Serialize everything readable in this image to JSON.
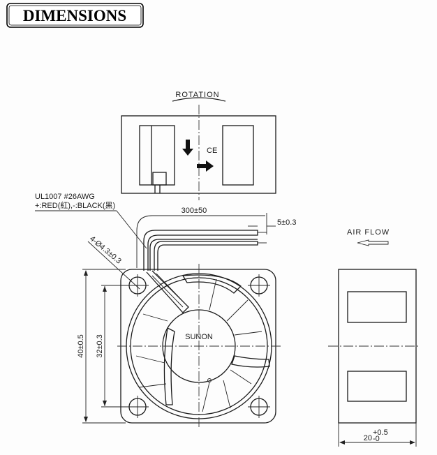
{
  "title": "DIMENSIONS",
  "rotation_label": "ROTATION",
  "ce_mark": "CE",
  "wire_spec": {
    "line1": "UL1007  #26AWG",
    "line2": "+:RED(紅),-:BLACK(黑)"
  },
  "dimensions": {
    "lead_length": "300±50",
    "strip_length": "5±0.3",
    "hole_spec": "4-Ø4.3±0.3",
    "frame_size": "40±0.5",
    "hole_pitch": "32±0.3",
    "depth_value": "20",
    "depth_tol_plus": "+0.5",
    "depth_tol_minus": "-0"
  },
  "brand": "SUNON",
  "airflow_label": "AIR FLOW"
}
